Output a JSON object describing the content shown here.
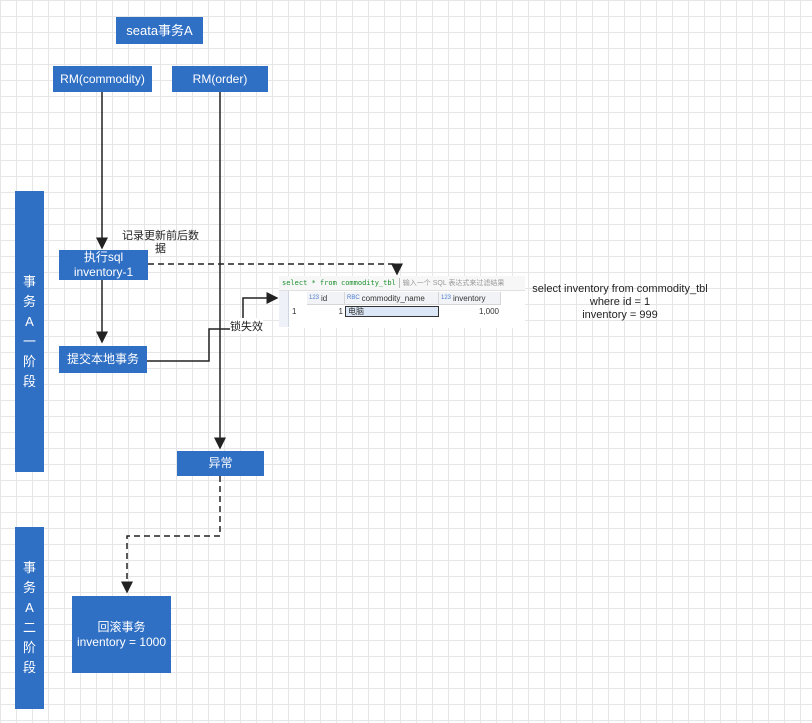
{
  "diagram": {
    "title": "seata事务A",
    "nodes": {
      "rm_commodity": "RM(commodity)",
      "rm_order": "RM(order)",
      "exec_sql_line1": "执行sql",
      "exec_sql_line2": "inventory-1",
      "commit_local": "提交本地事务",
      "exception": "异常",
      "rollback_line1": "回滚事务",
      "rollback_line2": "inventory = 1000"
    },
    "phases": {
      "phase1": [
        "事",
        "务",
        "A",
        "一",
        "阶",
        "段"
      ],
      "phase2": [
        "事",
        "务",
        "A",
        "二",
        "阶",
        "段"
      ]
    },
    "annotations": {
      "record_before_after_line1": "记录更新前后数",
      "record_before_after_line2": "据",
      "lock_invalid": "锁失效",
      "query_line1": "select inventory from  commodity_tbl",
      "query_line2": "where id = 1",
      "query_line3": "inventory = 999"
    },
    "colors": {
      "box": "#2f6fc4",
      "text": "#ffffff",
      "line": "#222222"
    }
  },
  "db_grid": {
    "query": "select * from commodity_tbl",
    "filter_placeholder": "输入一个 SQL 表达式来过滤结果",
    "columns": [
      "id",
      "commodity_name",
      "inventory"
    ],
    "rows": [
      {
        "rownum": "1",
        "id": "1",
        "commodity_name": "电脑",
        "inventory": "1,000"
      }
    ]
  }
}
